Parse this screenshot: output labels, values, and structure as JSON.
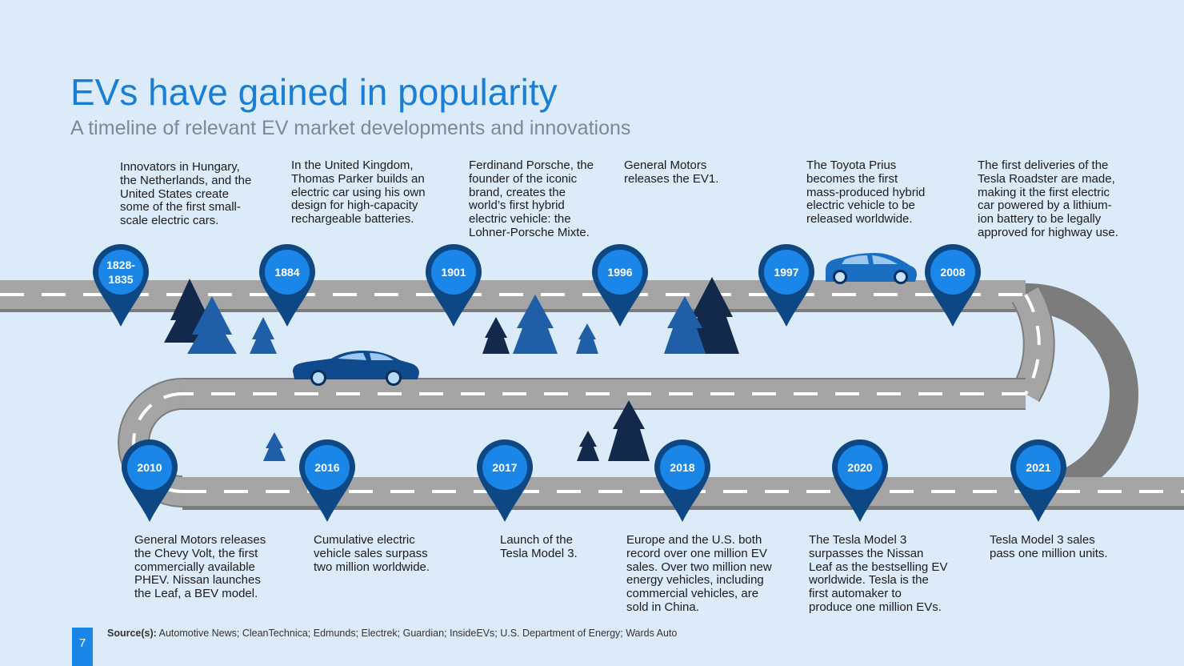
{
  "title": "EVs have gained in popularity",
  "subtitle": "A timeline of relevant EV market developments and innovations",
  "colors": {
    "background": "#dcebf9",
    "title": "#1a7fd4",
    "pin_outer": "#0d4784",
    "pin_inner": "#1a86e8",
    "road": "#a4a4a4",
    "car_top": "#1a6fc2",
    "car_bottom": "#0f4a8c",
    "tree_dark": "#13294b",
    "tree_blue": "#1e5fa8"
  },
  "events": [
    {
      "year": [
        "1828-",
        "1835"
      ],
      "text": [
        "Innovators in Hungary,",
        "the Netherlands, and the",
        "United States create",
        "some of the first small-",
        "scale electric cars."
      ]
    },
    {
      "year": [
        "1884"
      ],
      "text": [
        "In the United Kingdom,",
        "Thomas Parker builds an",
        "electric car using his own",
        "design for high-capacity",
        "rechargeable batteries."
      ]
    },
    {
      "year": [
        "1901"
      ],
      "text": [
        "Ferdinand Porsche, the",
        "founder of the iconic",
        "brand, creates the",
        "world’s first hybrid",
        "electric vehicle: the",
        "Lohner-Porsche Mixte."
      ]
    },
    {
      "year": [
        "1996"
      ],
      "text": [
        "General Motors",
        "releases the EV1."
      ]
    },
    {
      "year": [
        "1997"
      ],
      "text": [
        "The Toyota Prius",
        "becomes the first",
        "mass-produced hybrid",
        "electric vehicle to be",
        "released worldwide."
      ]
    },
    {
      "year": [
        "2008"
      ],
      "text": [
        "The first deliveries of the",
        "Tesla Roadster are made,",
        "making it the first electric",
        "car powered by a lithium-",
        "ion battery to be legally",
        "approved for highway use."
      ]
    },
    {
      "year": [
        "2010"
      ],
      "text": [
        "General Motors releases",
        "the Chevy Volt, the first",
        "commercially available",
        "PHEV. Nissan launches",
        "the Leaf, a BEV model."
      ]
    },
    {
      "year": [
        "2016"
      ],
      "text": [
        "Cumulative electric",
        "vehicle sales surpass",
        "two million worldwide."
      ]
    },
    {
      "year": [
        "2017"
      ],
      "text": [
        "Launch of the",
        "Tesla Model 3."
      ]
    },
    {
      "year": [
        "2018"
      ],
      "text": [
        "Europe and the U.S. both",
        "record over one million EV",
        "sales. Over two million new",
        "energy vehicles, including",
        "commercial vehicles, are",
        "sold in China."
      ]
    },
    {
      "year": [
        "2020"
      ],
      "text": [
        "The Tesla Model 3",
        "surpasses the Nissan",
        "Leaf as the bestselling EV",
        "worldwide. Tesla is the",
        "first automaker to",
        "produce one million EVs."
      ]
    },
    {
      "year": [
        "2021"
      ],
      "text": [
        "Tesla Model 3 sales",
        "pass one million units."
      ]
    }
  ],
  "footer": {
    "page_number": "7",
    "source_label": "Source(s):",
    "source_text": " Automotive News; CleanTechnica; Edmunds; Electrek; Guardian; InsideEVs; U.S. Department of Energy; Wards Auto"
  }
}
